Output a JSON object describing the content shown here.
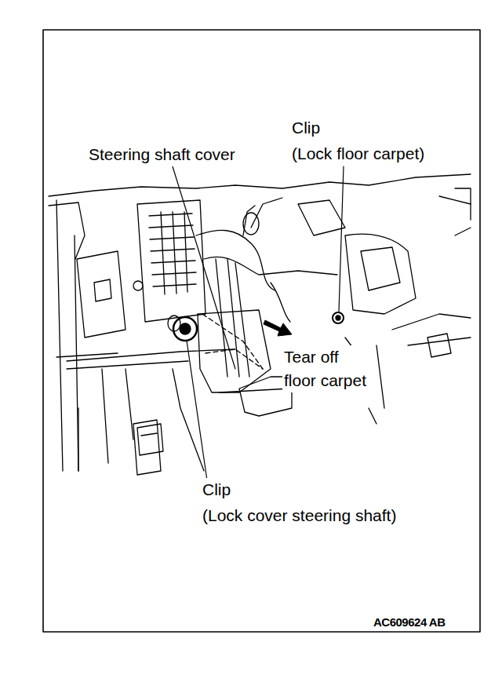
{
  "diagram": {
    "labels": [
      "Steering shaft cover",
      "Clip",
      "(Lock floor carpet)",
      "Tear off floor carpet",
      "Clip",
      "(Lock cover steering shaft)",
      "AC609624 AB"
    ]
  }
}
